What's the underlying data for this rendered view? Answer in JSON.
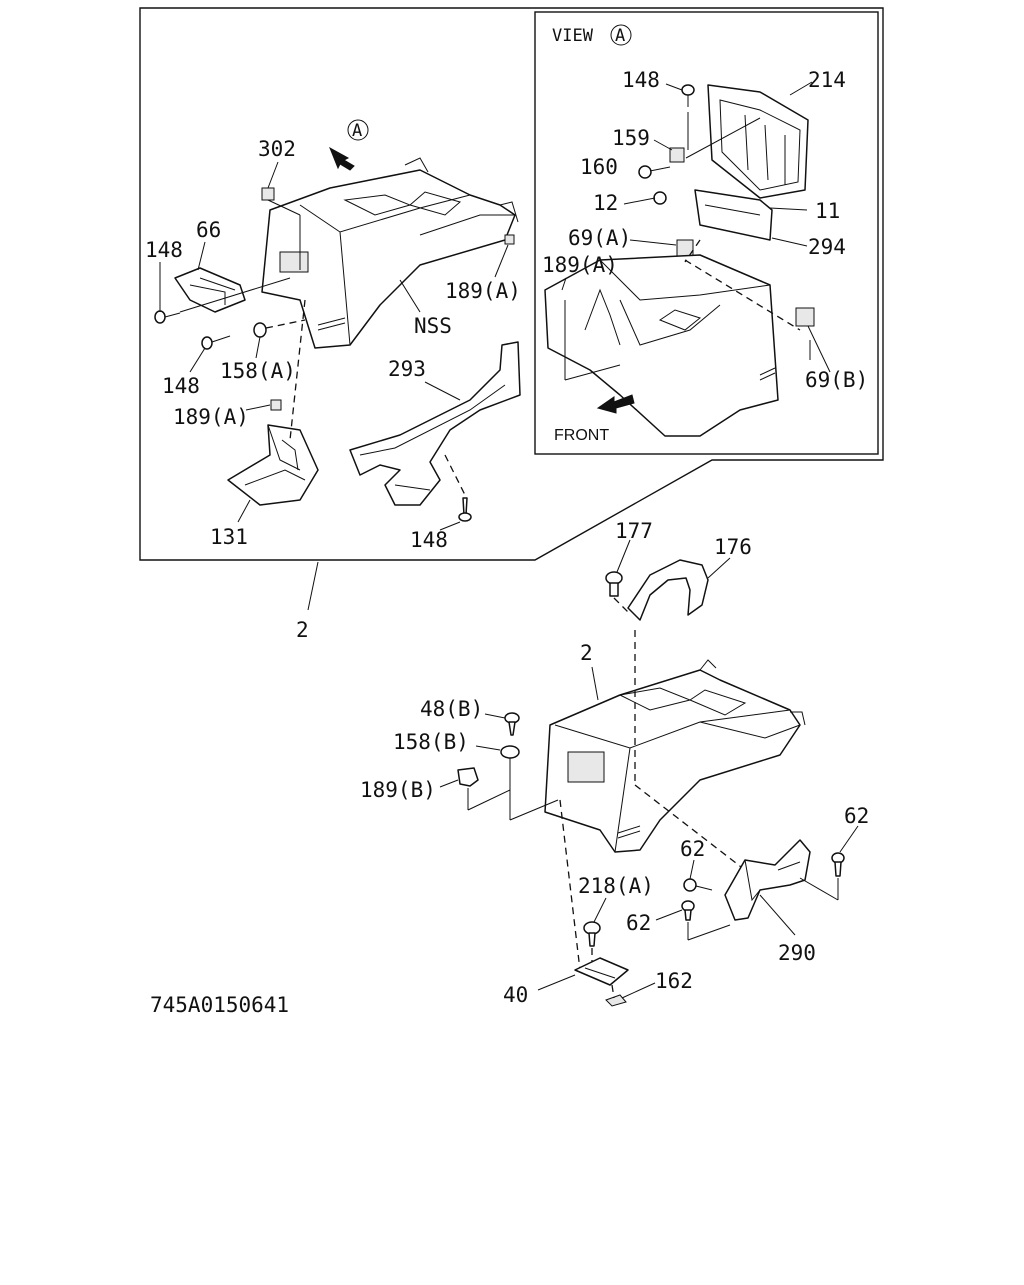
{
  "view_a": {
    "title": "VIEW",
    "marker": "A",
    "front_label": "FRONT"
  },
  "main_marker": "A",
  "drawing_number": "745A0150641",
  "labels": {
    "c302": "302",
    "c66": "66",
    "c148a": "148",
    "c189a_right": "189(A)",
    "nss": "NSS",
    "c148b": "148",
    "c158a": "158(A)",
    "c189a_left": "189(A)",
    "c293": "293",
    "c131": "131",
    "c148c": "148",
    "v148": "148",
    "v214": "214",
    "v159": "159",
    "v160": "160",
    "v12": "12",
    "v11": "11",
    "v69a": "69(A)",
    "v294": "294",
    "v189a": "189(A)",
    "v69b": "69(B)",
    "c2_callout": "2",
    "b177": "177",
    "b176": "176",
    "b2": "2",
    "b48b": "48(B)",
    "b158b": "158(B)",
    "b189b": "189(B)",
    "b62_right": "62",
    "b62_mid": "62",
    "b62_left": "62",
    "b218a": "218(A)",
    "b290": "290",
    "b40": "40",
    "b162": "162"
  }
}
